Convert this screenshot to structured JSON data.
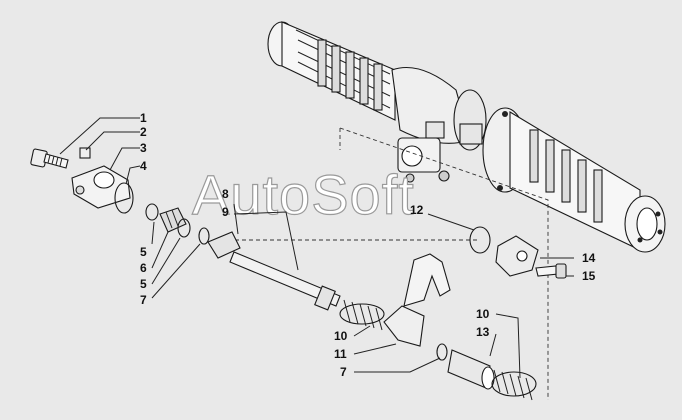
{
  "watermark": "AutoSoft",
  "callouts": [
    {
      "id": "c1",
      "text": "1"
    },
    {
      "id": "c2",
      "text": "2"
    },
    {
      "id": "c3",
      "text": "3"
    },
    {
      "id": "c4",
      "text": "4"
    },
    {
      "id": "c5a",
      "text": "5"
    },
    {
      "id": "c6",
      "text": "6"
    },
    {
      "id": "c5b",
      "text": "5"
    },
    {
      "id": "c7a",
      "text": "7"
    },
    {
      "id": "c8",
      "text": "8"
    },
    {
      "id": "c9",
      "text": "9"
    },
    {
      "id": "c12",
      "text": "12"
    },
    {
      "id": "c14",
      "text": "14"
    },
    {
      "id": "c15",
      "text": "15"
    },
    {
      "id": "c10a",
      "text": "10"
    },
    {
      "id": "c11",
      "text": "11"
    },
    {
      "id": "c7b",
      "text": "7"
    },
    {
      "id": "c10b",
      "text": "10"
    },
    {
      "id": "c13",
      "text": "13"
    }
  ]
}
